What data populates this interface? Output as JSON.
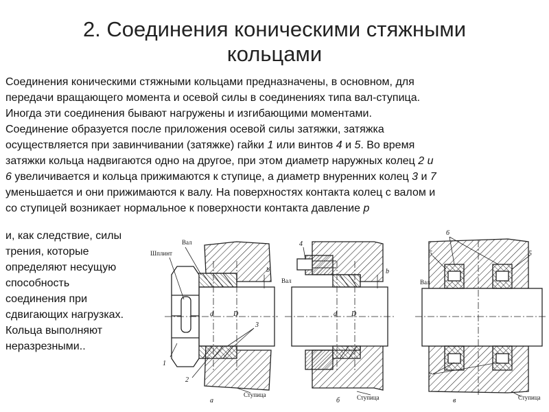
{
  "slide": {
    "title_line1": "2. Соединения коническими стяжными",
    "title_line2": "кольцами",
    "para_lines": [
      "Соединения коническими стяжными кольцами предназначены, в основном, для",
      "передачи вращающего момента и осевой силы в соединениях типа вал-ступица.",
      "Иногда эти соединения бывают нагружены и изгибающими моментами.",
      "Соединение образуется после приложения осевой силы затяжки, затяжка",
      "осуществляется при завинчивании (затяжке) гайки ",
      "1",
      " или винтов ",
      "4",
      " и ",
      "5",
      ". Во время",
      "затяжки кольца надвигаются одно на другое, при этом диаметр наружных колец ",
      "2 и",
      "6",
      " увеличивается и кольца прижимаются к ступице, а диаметр внуренних колец ",
      "3",
      " и ",
      "7",
      "уменьшается и они прижимаются к валу. На поверхностях контакта колец с валом и",
      "со ступицей возникает нормальное к поверхности контакта давление ",
      "p"
    ],
    "side_lines": [
      "и, как следствие, силы",
      "трения, которые",
      "определяют несущую",
      "способность",
      "соединения при",
      "сдвигающих нагрузках.",
      "Кольца выполняют",
      "неразрезными.."
    ]
  },
  "figure": {
    "a": {
      "val": "Вал",
      "shplint": "Шплинт",
      "stupica": "Ступица",
      "caption": "а",
      "n1": "1",
      "n2": "2",
      "n3": "3",
      "d": "d",
      "D": "D",
      "b": "b"
    },
    "b": {
      "val": "Вал",
      "stupica": "Ступица",
      "caption": "б",
      "n4": "4",
      "d": "d",
      "D": "D",
      "b": "b"
    },
    "c": {
      "val": "Вал",
      "stupica": "Ступица",
      "caption": "в",
      "n5a": "5",
      "n5b": "5",
      "n6": "6",
      "n7": "7"
    }
  }
}
